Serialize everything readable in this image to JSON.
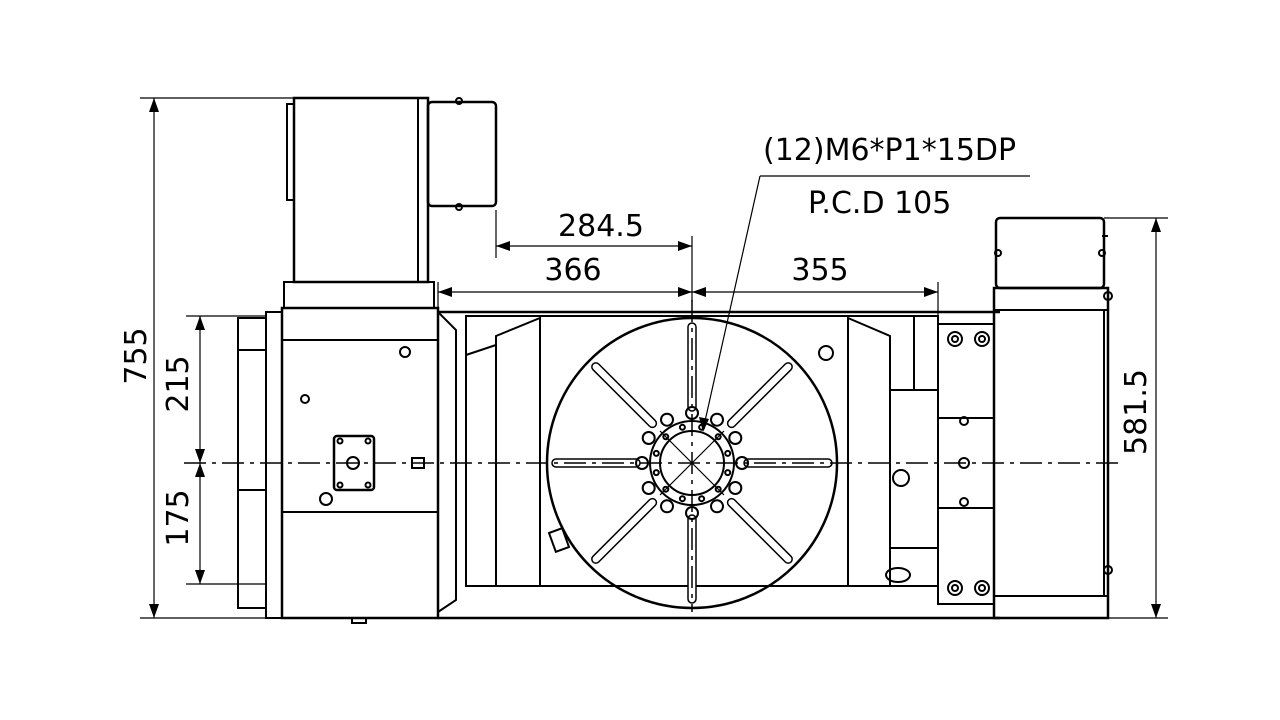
{
  "drawing": {
    "dimensions": {
      "overall_height": "755",
      "upper_offset": "215",
      "lower_offset": "175",
      "motor_offset": "284.5",
      "left_span": "366",
      "right_span": "355",
      "tailstock_height": "581.5"
    },
    "callout": {
      "thread_spec": "(12)M6*P1*15DP",
      "pcd": "P.C.D 105"
    }
  }
}
